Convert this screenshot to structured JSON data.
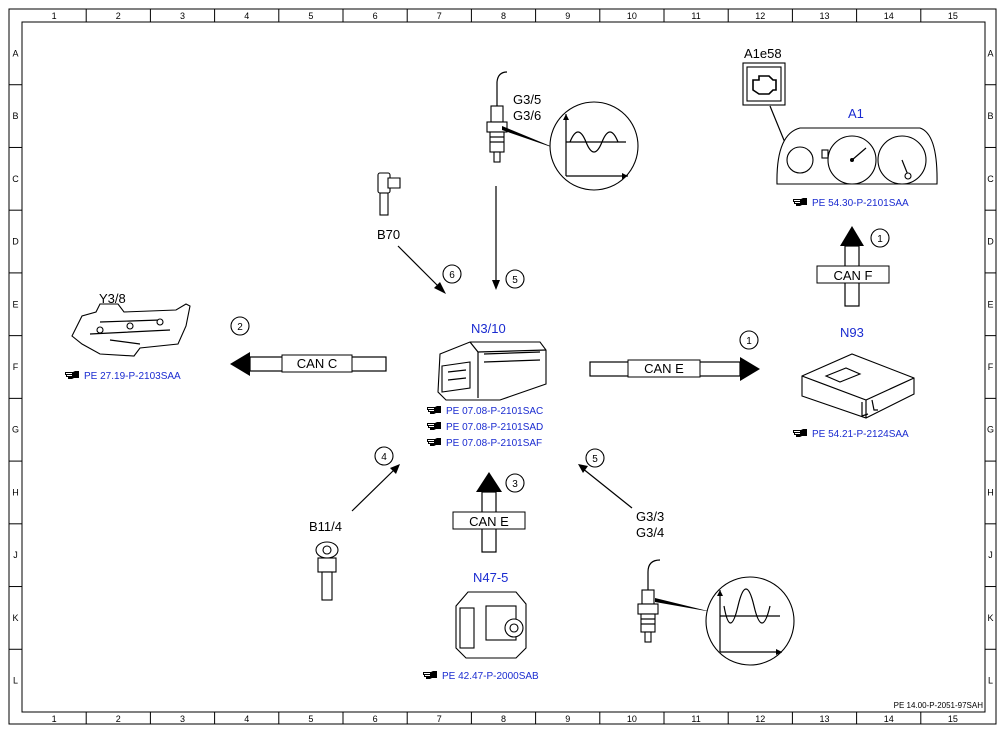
{
  "grid": {
    "columns": [
      "1",
      "2",
      "3",
      "4",
      "5",
      "6",
      "7",
      "8",
      "9",
      "10",
      "11",
      "12",
      "13",
      "14",
      "15"
    ],
    "rows": [
      "A",
      "B",
      "C",
      "D",
      "E",
      "F",
      "G",
      "H",
      "J",
      "K",
      "L"
    ]
  },
  "colors": {
    "link": "#1a2bd0",
    "line": "#000000"
  },
  "components": {
    "g35": {
      "label1": "G3/5",
      "label2": "G3/6"
    },
    "b70": {
      "label": "B70"
    },
    "a1e58": {
      "label": "A1e58"
    },
    "a1": {
      "label": "A1",
      "ref": "PE 54.30-P-2101SAA"
    },
    "y38": {
      "label": "Y3/8",
      "ref": "PE 27.19-P-2103SAA"
    },
    "n310": {
      "label": "N3/10",
      "refs": [
        "PE 07.08-P-2101SAC",
        "PE 07.08-P-2101SAD",
        "PE 07.08-P-2101SAF"
      ]
    },
    "n93": {
      "label": "N93",
      "ref": "PE 54.21-P-2124SAA"
    },
    "b114": {
      "label": "B11/4"
    },
    "n475": {
      "label": "N47-5",
      "ref": "PE 42.47-P-2000SAB"
    },
    "g33": {
      "label1": "G3/3",
      "label2": "G3/4"
    }
  },
  "buses": {
    "can_c": "CAN C",
    "can_e_right": "CAN E",
    "can_e_bottom": "CAN E",
    "can_f": "CAN F"
  },
  "signals": {
    "s1_top": "1",
    "s1_right": "1",
    "s2": "2",
    "s3": "3",
    "s4": "4",
    "s5_top": "5",
    "s5_bottom": "5",
    "s6": "6"
  },
  "footer": "PE 14.00-P-2051-97SAH"
}
